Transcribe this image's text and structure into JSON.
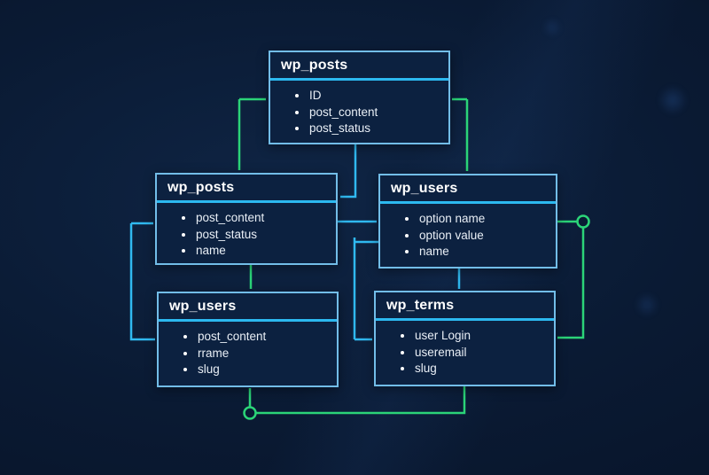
{
  "diagram": {
    "colors": {
      "green": "#2bd478",
      "cyan": "#30b9f0",
      "box_border": "#72bde8",
      "box_fill": "#0c2140",
      "separator": "#2cb9f0",
      "background": "#0a1a33"
    },
    "tables": [
      {
        "title": "wp_posts",
        "fields": [
          "ID",
          "post_content",
          "post_status"
        ]
      },
      {
        "title": "wp_posts",
        "fields": [
          "post_content",
          "post_status",
          "name"
        ]
      },
      {
        "title": "wp_users",
        "fields": [
          "option name",
          "option value",
          "name"
        ]
      },
      {
        "title": "wp_users",
        "fields": [
          "post_content",
          "rrame",
          "slug"
        ]
      },
      {
        "title": "wp_terms",
        "fields": [
          "user Login",
          "useremail",
          "slug"
        ]
      }
    ],
    "relationships": [
      {
        "from": "wp_posts-top",
        "to": "wp_posts-middle-left",
        "color": "green",
        "style": "double-arrow-elbow"
      },
      {
        "from": "wp_posts-top",
        "to": "wp_users-middle-right",
        "color": "green",
        "style": "double-arrow-elbow"
      },
      {
        "from": "wp_posts-middle-left",
        "to": "wp_users-bottom-left",
        "color": "green",
        "style": "arrow-down"
      },
      {
        "from": "wp_users-middle-right",
        "to": "wp_terms-bottom-right",
        "color": "green",
        "style": "ring-elbow-arrow"
      },
      {
        "from": "wp_terms-bottom-right",
        "to": "wp_users-bottom-left",
        "color": "green",
        "style": "ring-elbow"
      },
      {
        "from": "wp_posts-top",
        "to": "wp_posts-middle-left",
        "color": "cyan",
        "style": "elbow-arrow"
      },
      {
        "from": "wp_posts-middle-left",
        "to": "wp_users-middle-right",
        "color": "cyan",
        "style": "arrow-right"
      },
      {
        "from": "wp_users-middle-right",
        "to": "wp_terms-bottom-right",
        "color": "cyan",
        "style": "elbow-double-arrow"
      },
      {
        "from": "wp_posts-middle-left",
        "to": "wp_users-bottom-left",
        "color": "cyan",
        "style": "double-arrow-elbow"
      },
      {
        "from": "wp_users-middle-right",
        "to": "wp_terms-bottom-right",
        "color": "cyan",
        "style": "arrow-down"
      }
    ]
  }
}
